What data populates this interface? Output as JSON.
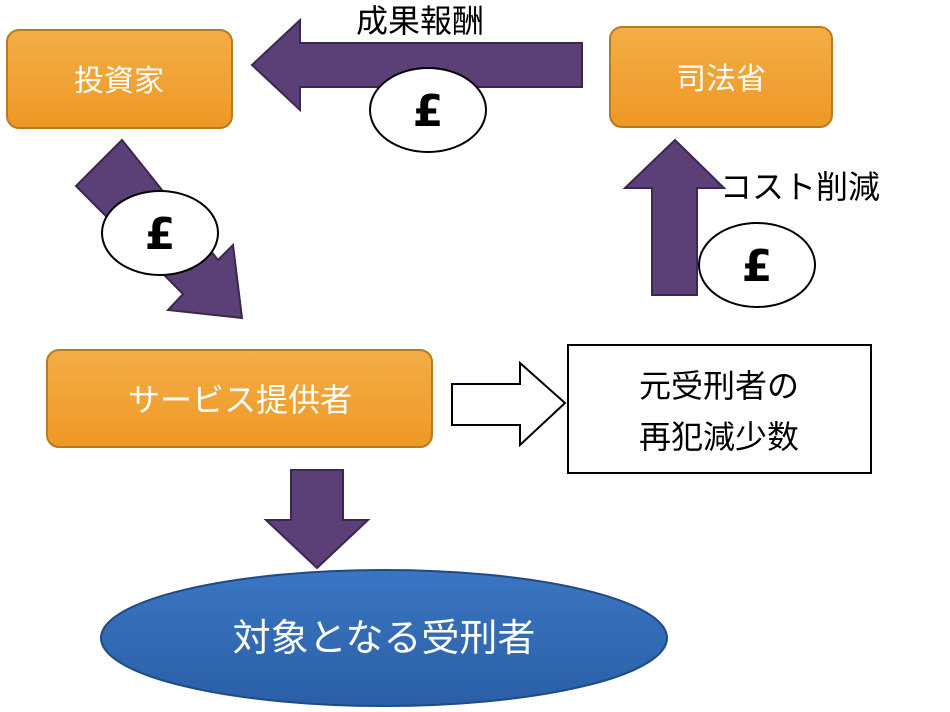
{
  "nodes": {
    "investor": "投資家",
    "ministry": "司法省",
    "provider": "サービス提供者",
    "outcome_line1": "元受刑者の",
    "outcome_line2": "再犯減少数",
    "target": "対象となる受刑者"
  },
  "labels": {
    "outcome_payment": "成果報酬",
    "cost_reduction": "コスト削減"
  },
  "coins": {
    "symbol": "£"
  },
  "colors": {
    "box_orange": "#F0A030",
    "box_border": "#B87A20",
    "arrow_purple": "#5B3F77",
    "arrow_border": "#3A2752",
    "ellipse_blue": "#2E67B0",
    "ellipse_border": "#1F4A86"
  }
}
